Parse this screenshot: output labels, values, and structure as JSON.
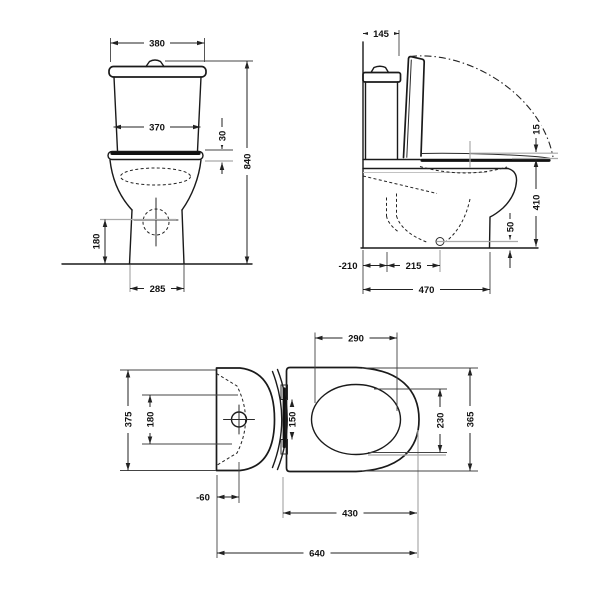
{
  "drawing": {
    "title": "toilet-technical-dimension-drawing",
    "units": "mm",
    "colors": {
      "line": "#1a1a1a",
      "dimension": "#222222",
      "reference": "#a9a9a9",
      "background": "#ffffff"
    },
    "front": {
      "dims": {
        "lid_width": "380",
        "tank_width": "370",
        "seat_thickness": "30",
        "total_height": "840",
        "outlet_height": "180",
        "base_width": "285"
      }
    },
    "side": {
      "dims": {
        "tank_depth": "145",
        "lid_thickness": "15",
        "rim_height": "410",
        "outlet_center_height": "50",
        "wall_offset": "-210",
        "trap_to_outlet": "215",
        "base_depth": "470"
      }
    },
    "top": {
      "dims": {
        "bowl_opening_length": "290",
        "tank_outer_width": "375",
        "button_span": "180",
        "hinge_span": "150",
        "bowl_opening_width": "230",
        "seat_outer_width": "365",
        "button_offset": "-60",
        "seat_length": "430",
        "total_depth": "640"
      }
    }
  }
}
